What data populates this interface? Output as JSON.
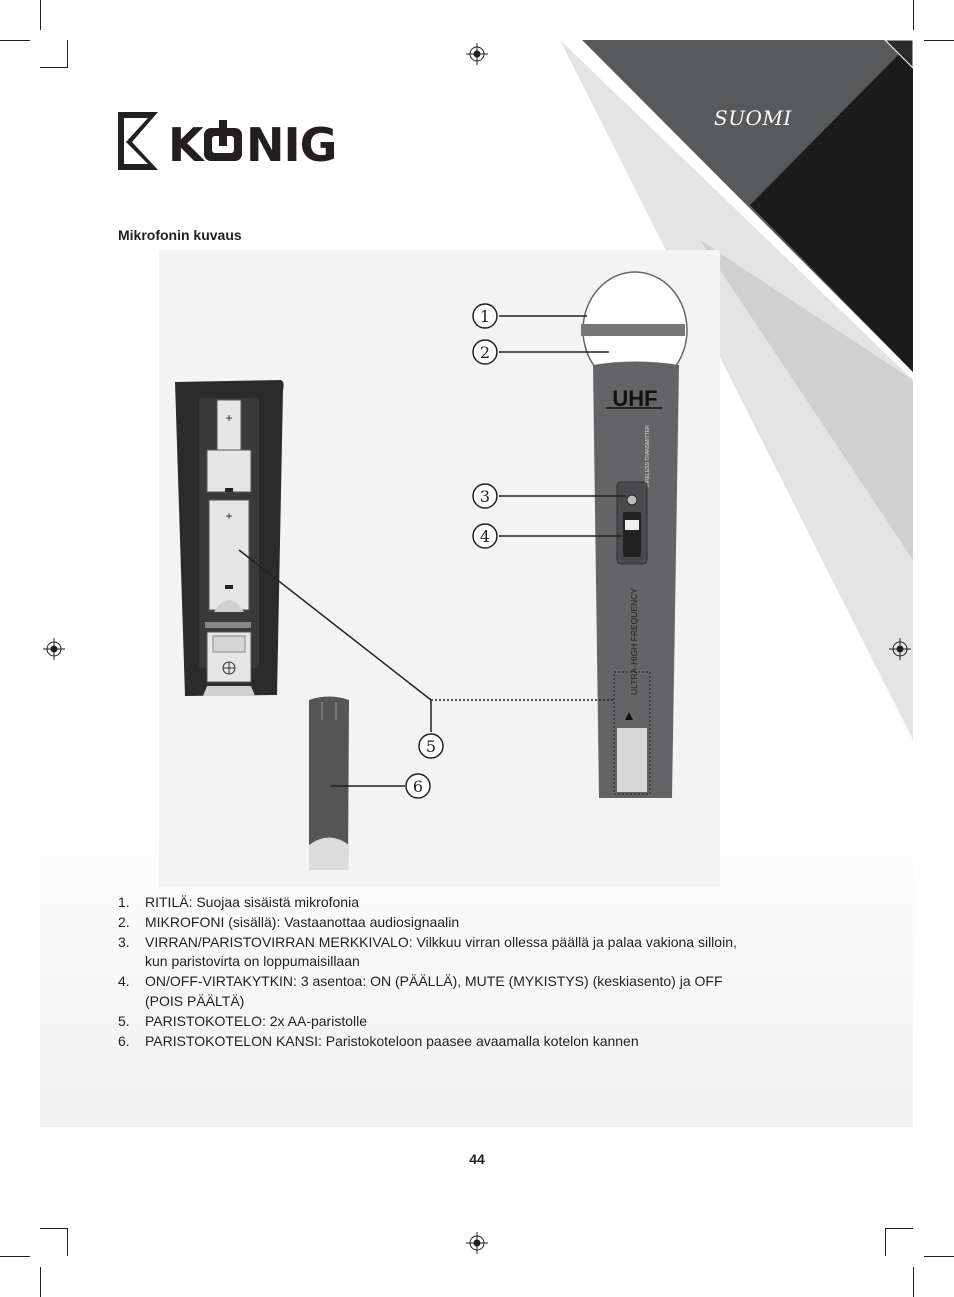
{
  "header": {
    "brand": "KÖNIG",
    "language": "SUOMI"
  },
  "section_title": "Mikrofonin kuvaus",
  "figure": {
    "callouts": [
      "1",
      "2",
      "3",
      "4",
      "5",
      "6"
    ],
    "mic_band_label": "UHF",
    "mic_side_text": "ULTRA-HIGH FREQUENCY",
    "mic_small_text": "WIRELESS TRANSMITTER"
  },
  "items": [
    {
      "num": "1.",
      "text": "RITILÄ: Suojaa sisäistä mikrofonia"
    },
    {
      "num": "2.",
      "text": "MIKROFONI (sisällä): Vastaanottaa audiosignaalin"
    },
    {
      "num": "3.",
      "text": "VIRRAN/PARISTOVIRRAN MERKKIVALO: Vilkkuu virran ollessa päällä ja palaa vakiona silloin, kun paristovirta on loppumaisillaan"
    },
    {
      "num": "4.",
      "text": "ON/OFF-VIRTAKYTKIN: 3 asentoa: ON (PÄÄLLÄ), MUTE (MYKISTYS) (keskiasento) ja OFF (POIS PÄÄLTÄ)"
    },
    {
      "num": "5.",
      "text": "PARISTOKOTELO: 2x AA-paristolle"
    },
    {
      "num": "6.",
      "text": "PARISTOKOTELON KANSI: Paristokoteloon paasee avaamalla kotelon kannen"
    }
  ],
  "page_number": "44",
  "colors": {
    "dark": "#231f20",
    "panel": "#58595b",
    "black": "#1a1a1a",
    "grey": "#c8c8c8"
  }
}
